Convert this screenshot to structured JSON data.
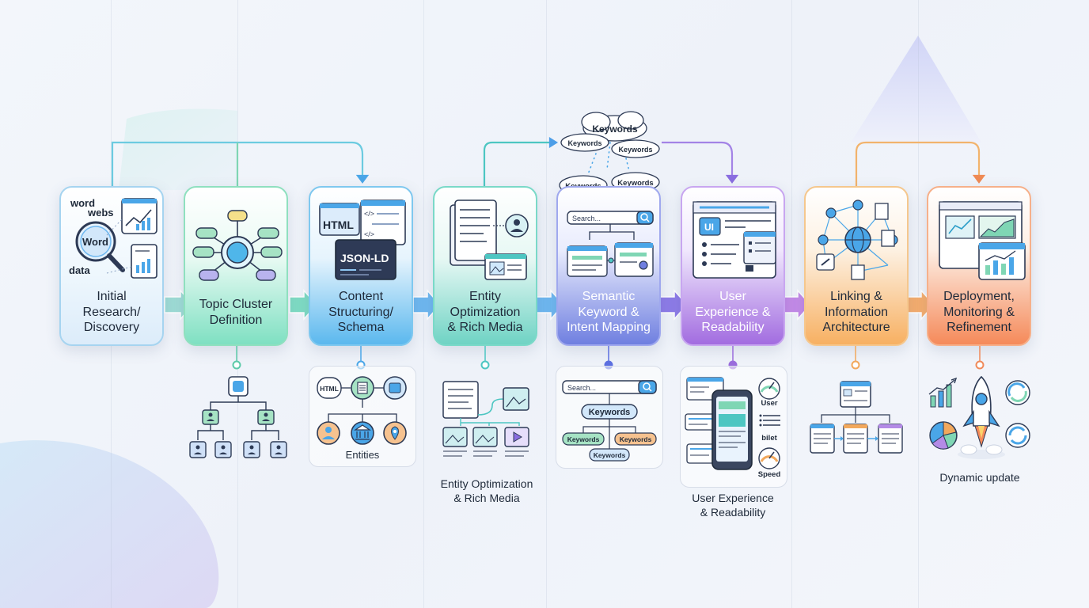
{
  "stages": [
    {
      "label": "Initial\nResearch/\nDiscovery"
    },
    {
      "label": "Topic Cluster\nDefinition"
    },
    {
      "label": "Content\nStructuring/\nSchema"
    },
    {
      "label": "Entity\nOptimization\n& Rich Media"
    },
    {
      "label": "Semantic\nKeyword &\nIntent Mapping"
    },
    {
      "label": "User\nExperience &\nReadability"
    },
    {
      "label": "Linking &\nInformation\nArchitecture"
    },
    {
      "label": "Deployment,\nMonitoring &\nRefinement"
    }
  ],
  "icons": {
    "research": {
      "word1": "word",
      "webs": "webs",
      "word2": "Word",
      "data": "data"
    },
    "schema": {
      "html": "HTML",
      "jsonld": "JSON-LD"
    },
    "ux": {
      "ui": "UI"
    }
  },
  "cloud": {
    "top": "Keywords",
    "left": "Keywords",
    "right": "Keywords",
    "bottom_left": "Keywords",
    "bottom_right": "Keywords",
    "search": "Search..."
  },
  "below": {
    "entities_label": "Entities",
    "entities_html": "HTML",
    "entity_caption": "Entity Optimization\n& Rich Media",
    "search_placeholder": "Search...",
    "kw_main": "Keywords",
    "kw_left": "Keywords",
    "kw_right": "Keywords",
    "kw_bottom": "Keywords",
    "ux_user": "User",
    "ux_bilet": "bilet",
    "ux_speed": "Speed",
    "ux_caption": "User Experience\n& Readability",
    "deploy_caption": "Dynamic update"
  }
}
